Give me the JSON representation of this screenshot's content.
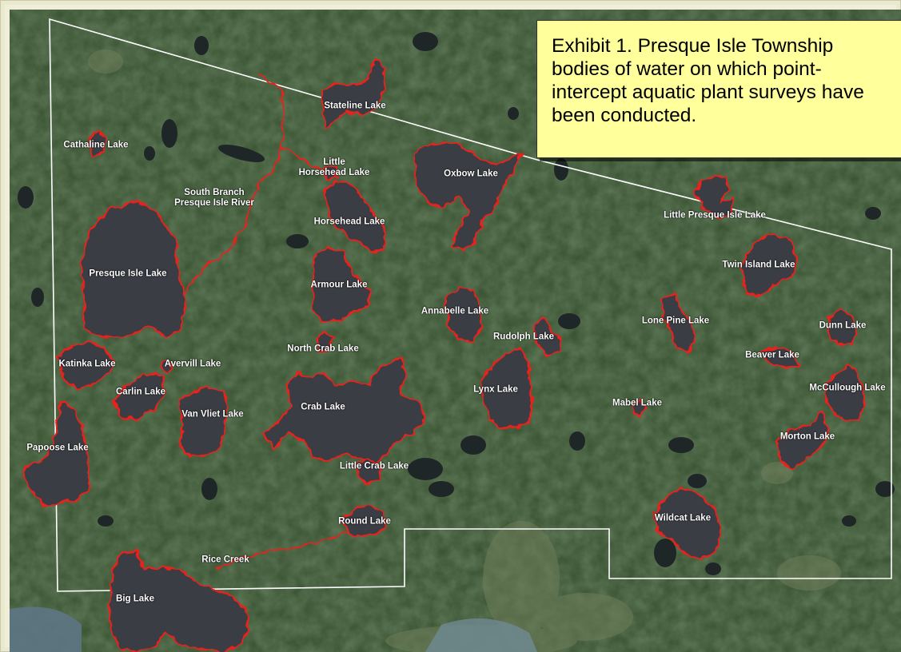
{
  "caption": "Exhibit 1. Presque Isle Township bodies of water on which point-intercept aquatic plant surveys have been conducted.",
  "colors": {
    "lake_outline": "#e8201c",
    "lake_fill": "#3a3c44",
    "boundary": "#ffffff",
    "caption_bg": "#ffff9c",
    "forest": "#334a2c"
  },
  "labels": [
    {
      "id": "stateline",
      "text": "Stateline Lake"
    },
    {
      "id": "cathaline",
      "text": "Cathaline Lake"
    },
    {
      "id": "little-horsehead",
      "text": "Little\nHorsehead Lake"
    },
    {
      "id": "oxbow",
      "text": "Oxbow Lake"
    },
    {
      "id": "south-branch",
      "text": "South Branch\nPresque Isle River"
    },
    {
      "id": "horsehead",
      "text": "Horsehead Lake"
    },
    {
      "id": "little-presque-isle",
      "text": "Little Presque Isle Lake"
    },
    {
      "id": "twin-island",
      "text": "Twin Island Lake"
    },
    {
      "id": "presque-isle",
      "text": "Presque Isle Lake"
    },
    {
      "id": "armour",
      "text": "Armour Lake"
    },
    {
      "id": "annabelle",
      "text": "Annabelle Lake"
    },
    {
      "id": "lone-pine",
      "text": "Lone Pine Lake"
    },
    {
      "id": "dunn",
      "text": "Dunn Lake"
    },
    {
      "id": "rudolph",
      "text": "Rudolph Lake"
    },
    {
      "id": "north-crab",
      "text": "North Crab Lake"
    },
    {
      "id": "beaver",
      "text": "Beaver Lake"
    },
    {
      "id": "katinka",
      "text": "Katinka Lake"
    },
    {
      "id": "avervill",
      "text": "Avervill Lake"
    },
    {
      "id": "carlin",
      "text": "Carlin Lake"
    },
    {
      "id": "lynx",
      "text": "Lynx Lake"
    },
    {
      "id": "mccullough",
      "text": "McCullough Lake"
    },
    {
      "id": "crab",
      "text": "Crab Lake"
    },
    {
      "id": "mabel",
      "text": "Mabel Lake"
    },
    {
      "id": "van-vliet",
      "text": "Van Vliet Lake"
    },
    {
      "id": "morton",
      "text": "Morton Lake"
    },
    {
      "id": "papoose",
      "text": "Papoose Lake"
    },
    {
      "id": "little-crab",
      "text": "Little Crab Lake"
    },
    {
      "id": "wildcat",
      "text": "Wildcat Lake"
    },
    {
      "id": "round",
      "text": "Round Lake"
    },
    {
      "id": "rice-creek",
      "text": "Rice Creek"
    },
    {
      "id": "big",
      "text": "Big Lake"
    }
  ]
}
